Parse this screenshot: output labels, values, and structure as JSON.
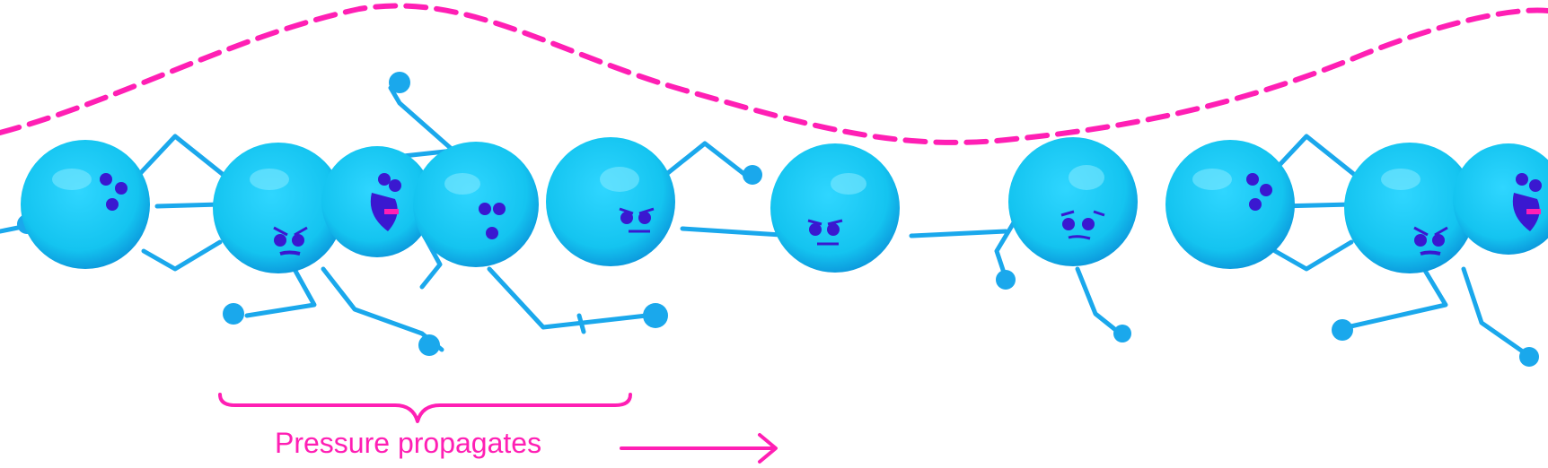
{
  "caption": "Pressure propagates",
  "colors": {
    "accent": "#ff1fb4",
    "particle": "#14c4f0",
    "particle_dark": "#0a8fd8",
    "limb": "#1aa8ec",
    "face": "#3a18d0"
  },
  "icons": {
    "wave": "dashed-wave",
    "brace": "curly-brace",
    "arrow": "right-arrow",
    "particle": "cartoon-molecule"
  },
  "particles": [
    {
      "name": "particle-1",
      "mood": "alarmed"
    },
    {
      "name": "particle-2",
      "mood": "angry"
    },
    {
      "name": "particle-3",
      "mood": "screaming"
    },
    {
      "name": "particle-4",
      "mood": "alarmed"
    },
    {
      "name": "particle-5",
      "mood": "annoyed"
    },
    {
      "name": "particle-6",
      "mood": "annoyed"
    },
    {
      "name": "particle-7",
      "mood": "worried"
    },
    {
      "name": "particle-8",
      "mood": "alarmed"
    },
    {
      "name": "particle-9",
      "mood": "angry"
    },
    {
      "name": "particle-10",
      "mood": "screaming"
    }
  ]
}
